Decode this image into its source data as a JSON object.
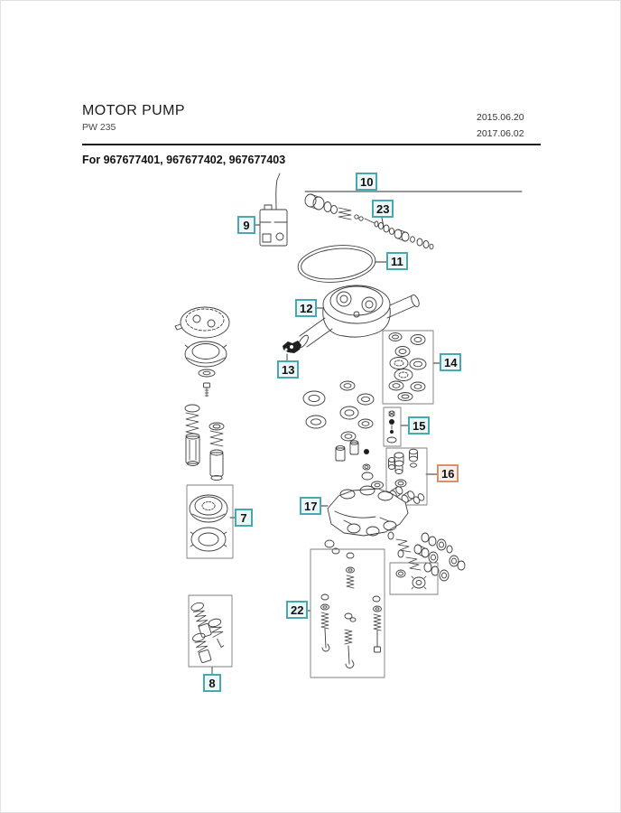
{
  "header": {
    "title": "MOTOR PUMP",
    "model": "PW 235",
    "date_created": "2015.06.20",
    "date_revised": "2017.06.02"
  },
  "diagram": {
    "applies_to": "For 967677401, 967677402, 967677403",
    "callout_accent": "#45a9b1",
    "callout_fill": "#eaf6f7",
    "highlight_accent": "#d8906a",
    "highlight_fill": "#faeee4",
    "highlighted_callout": "16",
    "callouts": {
      "7": "7",
      "8": "8",
      "9": "9",
      "10": "10",
      "11": "11",
      "12": "12",
      "13": "13",
      "14": "14",
      "15": "15",
      "16": "16",
      "17": "17",
      "22": "22",
      "23": "23"
    }
  }
}
